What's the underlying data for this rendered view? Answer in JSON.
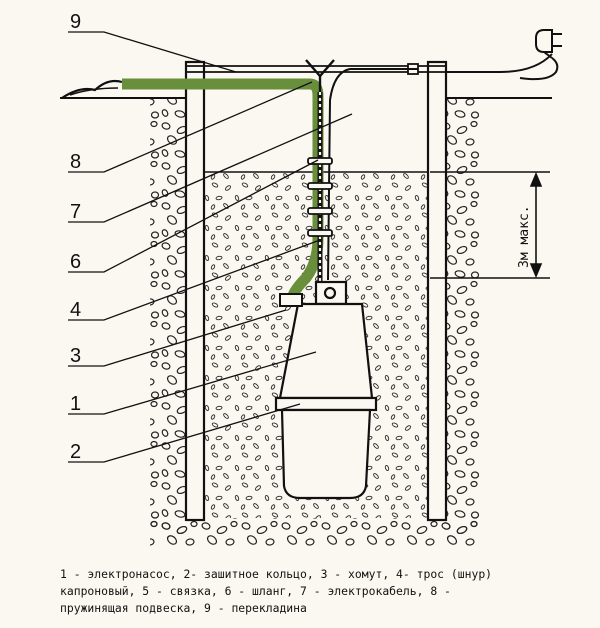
{
  "callouts": {
    "n9": "9",
    "n8": "8",
    "n7": "7",
    "n6": "6",
    "n4": "4",
    "n3": "3",
    "n1": "1",
    "n2": "2"
  },
  "dimension": {
    "label": "3м макс."
  },
  "caption": {
    "line1": "1 - электронасос, 2- зашитное кольцо, 3 - хомут, 4- трос (шнур)",
    "line2": "капроновый, 5 - связка, 6 - шланг, 7 - электрокабель, 8 -",
    "line3": "пружинящая подвеска, 9 - перекладина"
  },
  "colors": {
    "hose": "#6a8f3c",
    "line": "#111111",
    "background": "#fbf8f1"
  }
}
